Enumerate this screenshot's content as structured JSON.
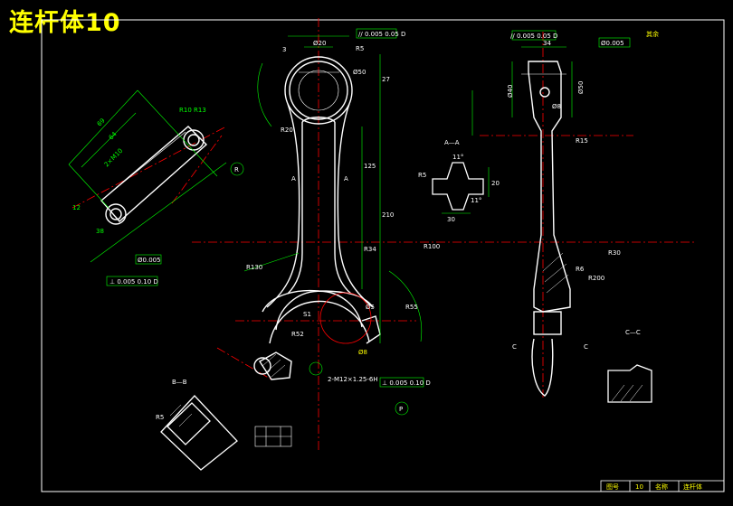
{
  "title": "连杆体10",
  "colors": {
    "background": "#000000",
    "outline": "#ffffff",
    "dimension": "#00ff00",
    "centerline": "#ff0000",
    "text": "#ffff00",
    "frame": "#00ff00"
  },
  "labels": {
    "left_view": [
      "R10",
      "R13",
      "69",
      "64",
      "12",
      "R",
      "2×M10",
      "38",
      "Ø0.005"
    ],
    "main_view": [
      "3",
      "Ø20",
      "R5",
      "Ø50",
      "27",
      "R20",
      "125",
      "A",
      "A",
      "210",
      "R34",
      "R100",
      "R130",
      "Ø5",
      "S1",
      "R52",
      "R55",
      "Ø8",
      "2-M12×1.25-6H",
      "P"
    ],
    "right_view": [
      "34",
      "Ø0.005",
      "Ø40",
      "Ø50",
      "Ø8",
      "R15",
      "R6",
      "R200",
      "R30",
      "C",
      "C"
    ],
    "section_aa": [
      "A—A",
      "R5",
      "11°",
      "30",
      "20"
    ],
    "section_bb": [
      "B—B",
      "R5"
    ],
    "section_cc": [
      "C—C"
    ],
    "rough_mark": "其余",
    "tolerance_boxes": [
      "⊥ 0.005 0.10 D",
      "⊥ 0.005 0.10 D",
      "// 0.005 0.05 D"
    ],
    "title_block": [
      "图号",
      "10",
      "名称",
      "连杆体"
    ]
  }
}
